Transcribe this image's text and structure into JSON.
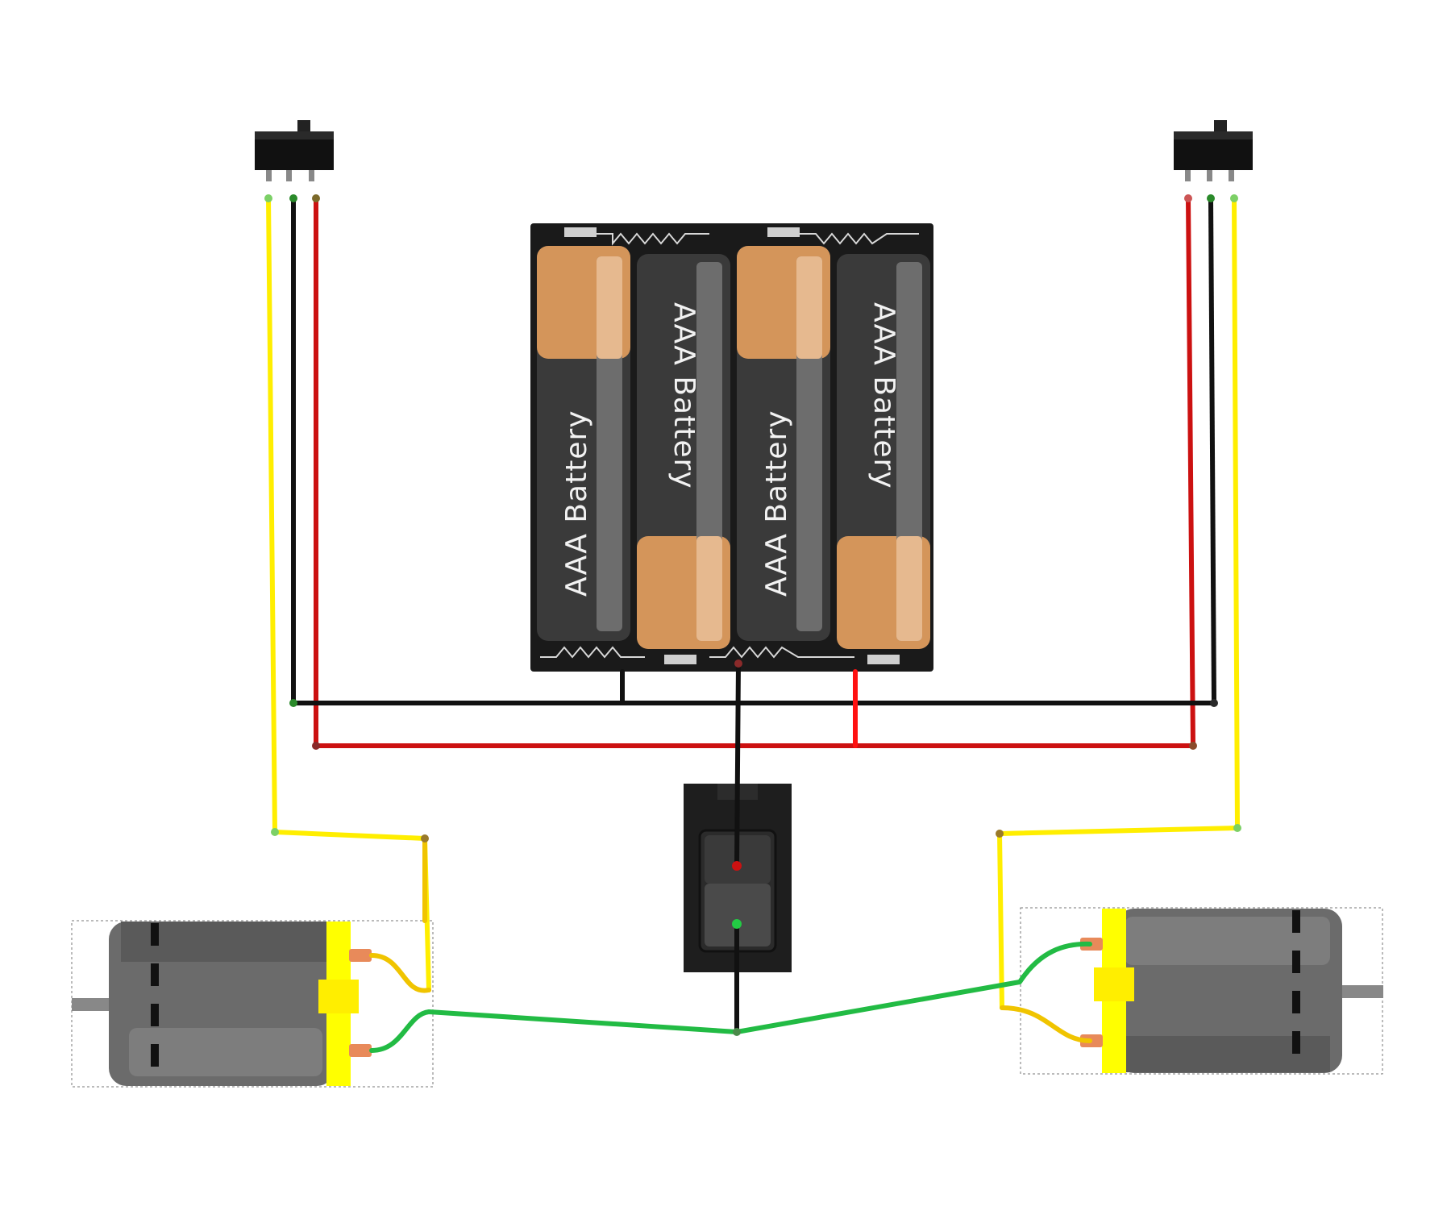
{
  "battery_pack": {
    "cells": [
      {
        "label": "AAA Battery"
      },
      {
        "label": "AAA Battery"
      },
      {
        "label": "AAA Battery"
      },
      {
        "label": "AAA Battery"
      }
    ]
  },
  "colors": {
    "wire_red": "#cc1111",
    "wire_black": "#111111",
    "wire_yellow": "#e8e800",
    "wire_orange_yellow": "#f0c400",
    "wire_green": "#22bb44",
    "battery_copper": "#d4955a",
    "battery_body": "#3a3a3a",
    "motor_body": "#6b6b6b",
    "motor_endcap": "#ffff00"
  }
}
